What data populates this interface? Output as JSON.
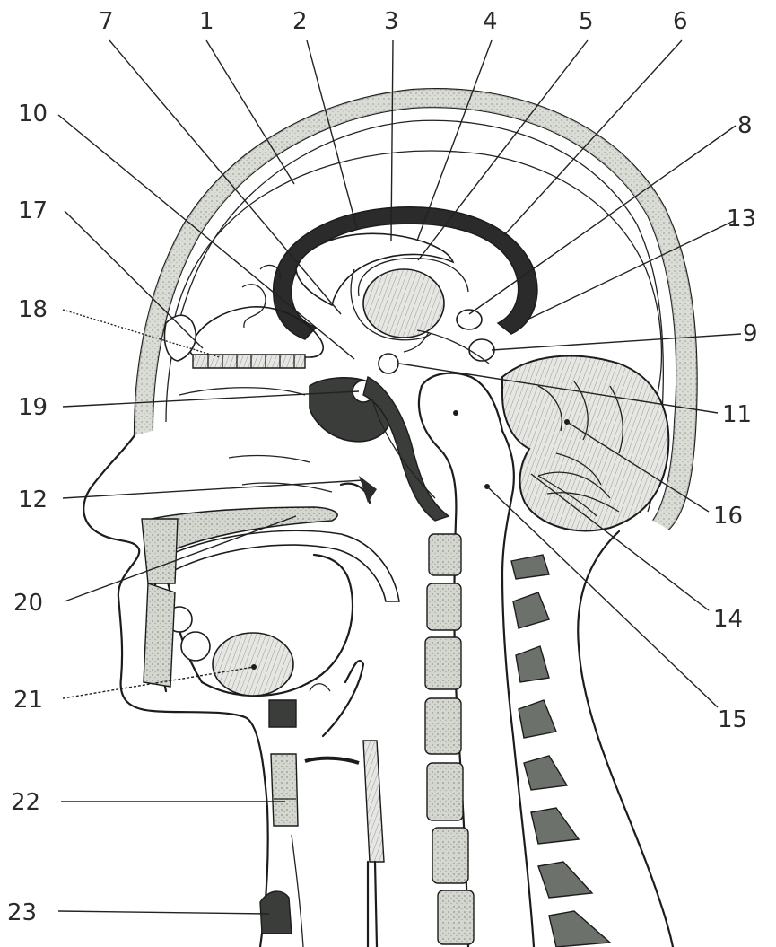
{
  "figure": {
    "labels": [
      {
        "id": "l1",
        "text": "1"
      },
      {
        "id": "l2",
        "text": "2"
      },
      {
        "id": "l3",
        "text": "3"
      },
      {
        "id": "l4",
        "text": "4"
      },
      {
        "id": "l5",
        "text": "5"
      },
      {
        "id": "l6",
        "text": "6"
      },
      {
        "id": "l7",
        "text": "7"
      },
      {
        "id": "l8",
        "text": "8"
      },
      {
        "id": "l9",
        "text": "9"
      },
      {
        "id": "l10",
        "text": "10"
      },
      {
        "id": "l11",
        "text": "11"
      },
      {
        "id": "l12",
        "text": "12"
      },
      {
        "id": "l13",
        "text": "13"
      },
      {
        "id": "l14",
        "text": "14"
      },
      {
        "id": "l15",
        "text": "15"
      },
      {
        "id": "l16",
        "text": "16"
      },
      {
        "id": "l17",
        "text": "17"
      },
      {
        "id": "l18",
        "text": "18"
      },
      {
        "id": "l19",
        "text": "19"
      },
      {
        "id": "l20",
        "text": "20"
      },
      {
        "id": "l21",
        "text": "21"
      },
      {
        "id": "l22",
        "text": "22"
      },
      {
        "id": "l23",
        "text": "23"
      }
    ],
    "colors": {
      "line": "#1c1c1c",
      "bone": "#c9cdc6",
      "dark_tissue": "#3a3d3a",
      "ventricle": "#2b2b2b",
      "grey_matter": "#b9bbb5"
    }
  }
}
